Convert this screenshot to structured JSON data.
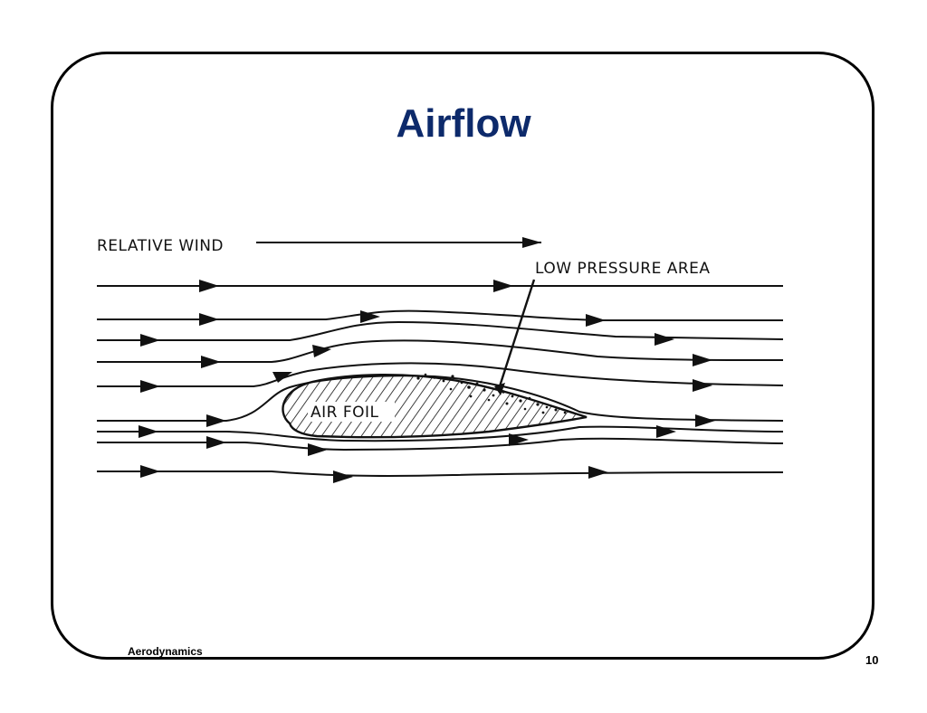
{
  "slide": {
    "title": "Airflow",
    "footer_left": "Aerodynamics",
    "page_number": "10"
  },
  "diagram": {
    "labels": {
      "relative_wind": "RELATIVE WIND",
      "low_pressure_area": "LOW PRESSURE AREA",
      "air_foil": "AIR FOIL"
    }
  }
}
